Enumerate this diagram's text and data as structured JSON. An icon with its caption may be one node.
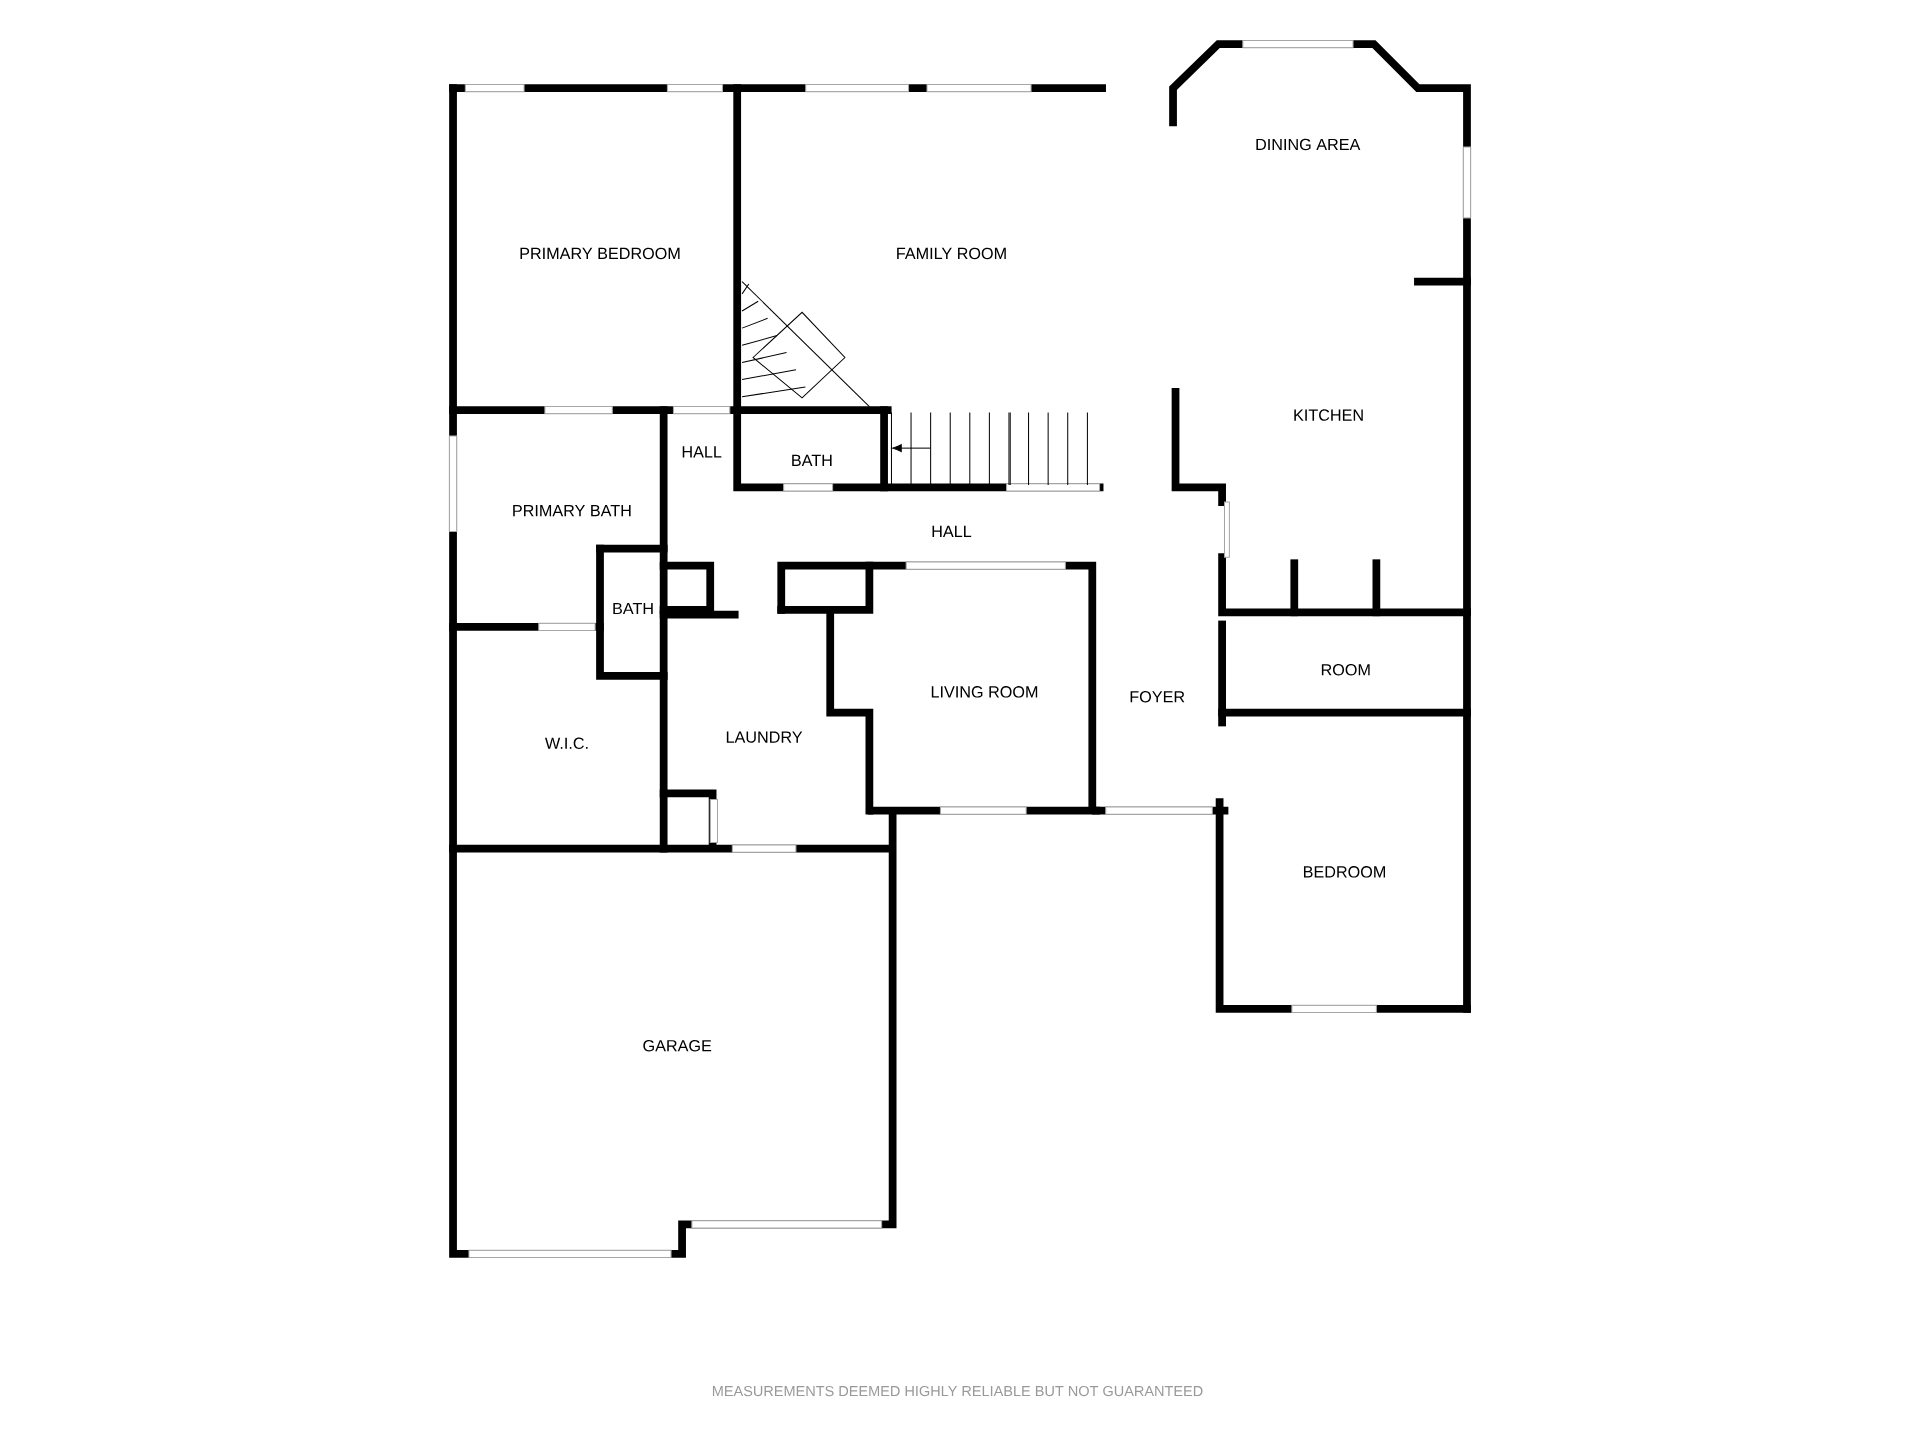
{
  "diagram": {
    "labels": [
      "DINING AREA",
      "PRIMARY BEDROOM",
      "FAMILY ROOM",
      "KITCHEN",
      "HALL",
      "BATH",
      "PRIMARY BATH",
      "HALL",
      "BATH",
      "ROOM",
      "LIVING ROOM",
      "FOYER",
      "W.I.C.",
      "LAUNDRY",
      "BEDROOM",
      "GARAGE",
      "MEASUREMENTS DEEMED HIGHLY RELIABLE BUT NOT GUARANTEED"
    ]
  }
}
